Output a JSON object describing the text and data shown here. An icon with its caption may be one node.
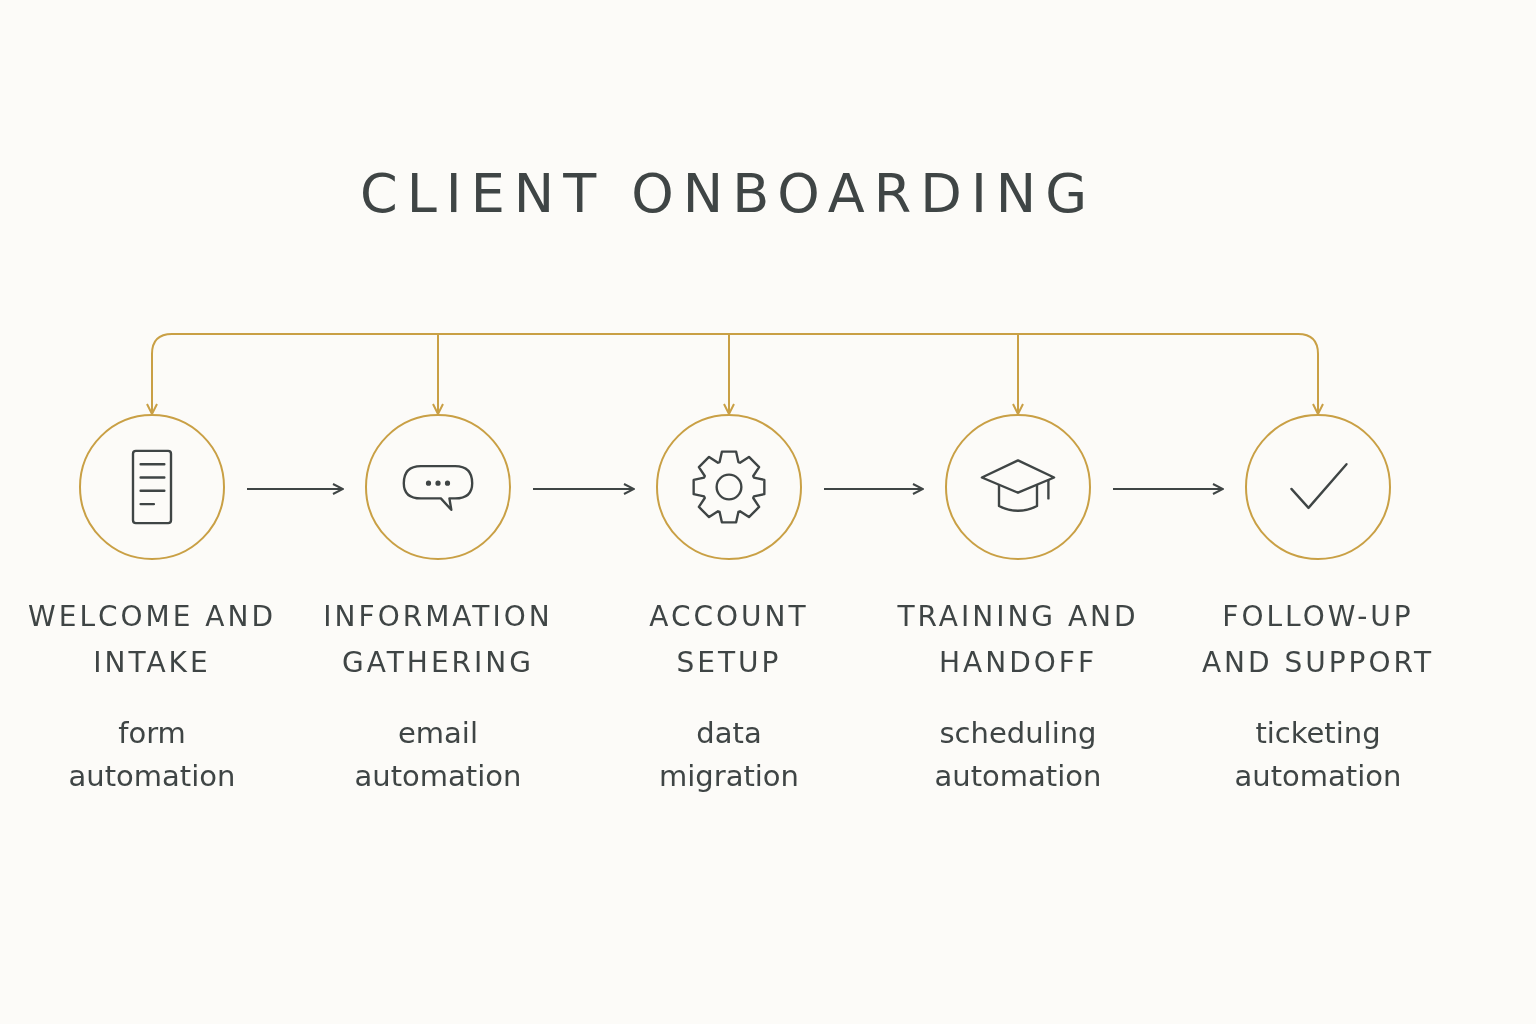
{
  "diagram": {
    "title": "CLIENT ONBOARDING",
    "nodes": [
      {
        "text": [
          "WELCOME AND INTAKE",
          "form automation"
        ]
      },
      {
        "text": [
          "INFORMATION GATHERING",
          "email automation"
        ]
      },
      {
        "text": [
          "ACCOUNT SETUP",
          "data migration"
        ]
      },
      {
        "text": [
          "TRAINING AND HANDOFF",
          "scheduling automation"
        ]
      },
      {
        "text": [
          "FOLLOW-UP AND SUPPORT",
          "ticketing automation"
        ]
      }
    ],
    "edges": [
      {
        "from": 0,
        "to": 1,
        "arrow": "to",
        "color": "#3f4545"
      },
      {
        "from": 1,
        "to": 2,
        "arrow": "to",
        "color": "#3f4545"
      },
      {
        "from": 2,
        "to": 3,
        "arrow": "to",
        "color": "#3f4545"
      },
      {
        "from": 3,
        "to": 4,
        "arrow": "to",
        "color": "#3f4545"
      },
      {
        "from": null,
        "to": 0,
        "arrow": "to",
        "color": "#c9a045"
      },
      {
        "from": null,
        "to": 1,
        "arrow": "to",
        "color": "#c9a045"
      },
      {
        "from": null,
        "to": 2,
        "arrow": "to",
        "color": "#c9a045"
      },
      {
        "from": null,
        "to": 3,
        "arrow": "to",
        "color": "#c9a045"
      },
      {
        "from": null,
        "to": 4,
        "arrow": "to",
        "color": "#c9a045"
      }
    ]
  }
}
